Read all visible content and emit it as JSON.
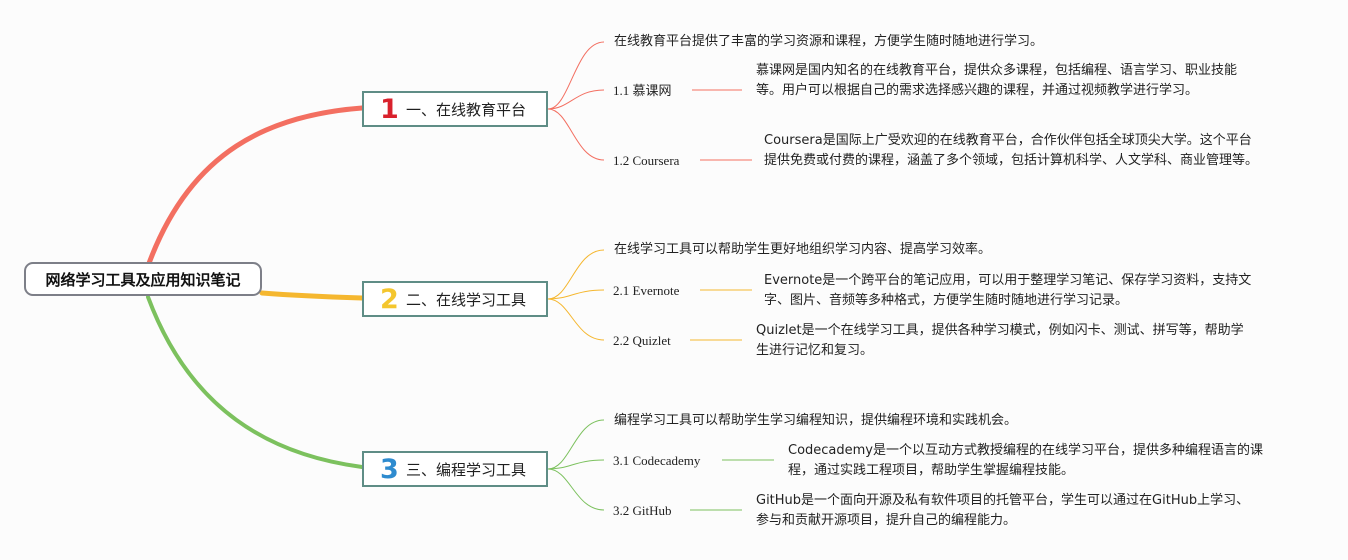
{
  "root": {
    "title": "网络学习工具及应用知识笔记"
  },
  "colors": {
    "branch_1": "#f36f61",
    "branch_2": "#f5b72f",
    "branch_3": "#7cc15e",
    "root_border": "#7d7f88",
    "node_border": "#5f8d86",
    "num_1": "#d9212c",
    "num_2": "#f4c62e",
    "num_3": "#2e8bcf"
  },
  "branches": [
    {
      "number": "1",
      "label": "一、在线教育平台",
      "summary": "在线教育平台提供了丰富的学习资源和课程，方便学生随时随地进行学习。",
      "items": [
        {
          "label": "1.1 慕课网",
          "description": "慕课网是国内知名的在线教育平台，提供众多课程，包括编程、语言学习、职业技能等。用户可以根据自己的需求选择感兴趣的课程，并通过视频教学进行学习。"
        },
        {
          "label": "1.2 Coursera",
          "description": "Coursera是国际上广受欢迎的在线教育平台，合作伙伴包括全球顶尖大学。这个平台提供免费或付费的课程，涵盖了多个领域，包括计算机科学、人文学科、商业管理等。"
        }
      ]
    },
    {
      "number": "2",
      "label": "二、在线学习工具",
      "summary": "在线学习工具可以帮助学生更好地组织学习内容、提高学习效率。",
      "items": [
        {
          "label": "2.1 Evernote",
          "description": "Evernote是一个跨平台的笔记应用，可以用于整理学习笔记、保存学习资料，支持文字、图片、音频等多种格式，方便学生随时随地进行学习记录。"
        },
        {
          "label": "2.2 Quizlet",
          "description": "Quizlet是一个在线学习工具，提供各种学习模式，例如闪卡、测试、拼写等，帮助学生进行记忆和复习。"
        }
      ]
    },
    {
      "number": "3",
      "label": "三、编程学习工具",
      "summary": "编程学习工具可以帮助学生学习编程知识，提供编程环境和实践机会。",
      "items": [
        {
          "label": "3.1 Codecademy",
          "description": "Codecademy是一个以互动方式教授编程的在线学习平台，提供多种编程语言的课程，通过实践工程项目，帮助学生掌握编程技能。"
        },
        {
          "label": "3.2 GitHub",
          "description": "GitHub是一个面向开源及私有软件项目的托管平台，学生可以通过在GitHub上学习、参与和贡献开源项目，提升自己的编程能力。"
        }
      ]
    }
  ]
}
